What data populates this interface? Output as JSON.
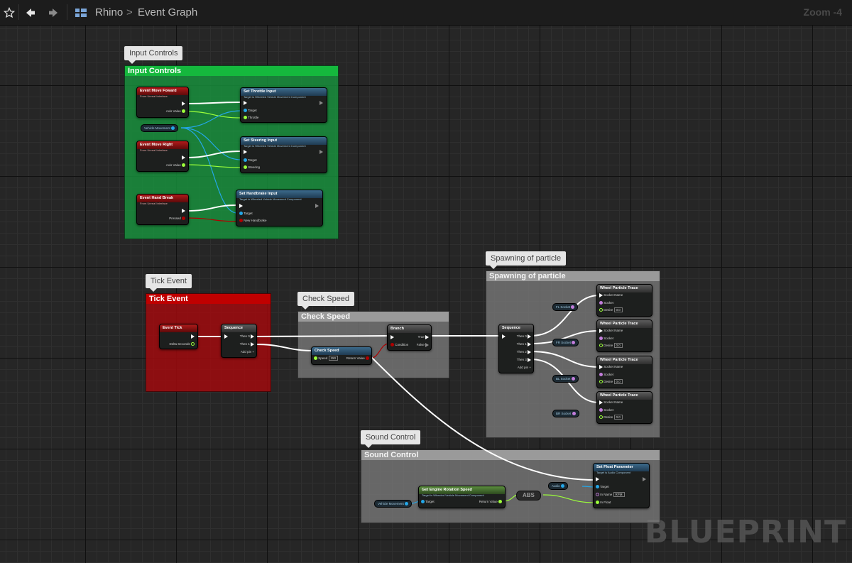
{
  "toolbar": {
    "star_icon": "star-outline",
    "back_icon": "arrow-left",
    "forward_icon": "arrow-right",
    "blueprint_icon": "blueprint-grid",
    "breadcrumb_root": "Rhino",
    "breadcrumb_separator": ">",
    "breadcrumb_current": "Event Graph",
    "zoom": "Zoom -4"
  },
  "watermark": "BLUEPRINT",
  "comments": {
    "input": {
      "tab": "Input Controls",
      "title": "Input Controls"
    },
    "tick": {
      "tab": "Tick Event",
      "title": "Tick Event"
    },
    "check": {
      "tab": "Check Speed",
      "title": "Check Speed"
    },
    "spawn": {
      "tab": "Spawning of particle",
      "title": "Spawning of particle"
    },
    "sound": {
      "tab": "Sound Control",
      "title": "Sound Control"
    }
  },
  "nodes": {
    "move_forward": {
      "title": "Event Move Foward",
      "sub": "From Unreal Interface",
      "pin": "Axis Value"
    },
    "move_right": {
      "title": "Event Move Right",
      "sub": "From Unreal Interface",
      "pin": "Axis Value"
    },
    "hand_break": {
      "title": "Event Hand Break",
      "sub": "From Unreal Interface",
      "pin": "Pressed"
    },
    "vehicle_movement_var": "Vehicle Movement",
    "set_throttle": {
      "title": "Set Throttle Input",
      "sub": "Target is Wheeled Vehicle Movement Component",
      "pins": [
        "Target",
        "Throttle"
      ]
    },
    "set_steering": {
      "title": "Set Steering Input",
      "sub": "Target is Wheeled Vehicle Movement Component",
      "pins": [
        "Target",
        "Steering"
      ]
    },
    "set_handbrake": {
      "title": "Set Handbrake Input",
      "sub": "Target is Wheeled Vehicle Movement Component",
      "pins": [
        "Target",
        "New Handbrake"
      ]
    },
    "event_tick": {
      "title": "Event Tick",
      "pin": "Delta Seconds"
    },
    "sequence1": {
      "title": "Sequence",
      "pins": [
        "Then 0",
        "Then 1",
        "Add pin +"
      ]
    },
    "branch": {
      "title": "Branch",
      "pins": [
        "Condition",
        "True",
        "False"
      ]
    },
    "check_speed": {
      "title": "Check Speed",
      "pins": [
        "Speed",
        "Return Value"
      ],
      "speed_value": "150"
    },
    "sequence2": {
      "title": "Sequence",
      "pins": [
        "Then 0",
        "Then 1",
        "Then 2",
        "Then 3",
        "Add pin +"
      ]
    },
    "wheel_traces": [
      {
        "title": "Wheel Particle Trace",
        "pins": [
          "Socket Name",
          "Socket",
          "Desire"
        ],
        "value": "0.0"
      },
      {
        "title": "Wheel Particle Trace",
        "pins": [
          "Socket Name",
          "Socket",
          "Desire"
        ],
        "value": "0.0"
      },
      {
        "title": "Wheel Particle Trace",
        "pins": [
          "Socket Name",
          "Socket",
          "Desire"
        ],
        "value": "0.0"
      },
      {
        "title": "Wheel Particle Trace",
        "pins": [
          "Socket Name",
          "Socket",
          "Desire"
        ],
        "value": "0.0"
      }
    ],
    "sockets": [
      "FL Socket",
      "FR Socket",
      "BL Socket",
      "BR Socket"
    ],
    "set_float": {
      "title": "Set Float Parameter",
      "sub": "Target is Audio Component",
      "pins": [
        "Target",
        "In Name",
        "In Float"
      ],
      "name_value": "RPM"
    },
    "audio_var": "Audio",
    "get_engine": {
      "title": "Get Engine Rotation Speed",
      "sub": "Target is Wheeled Vehicle Movement Component",
      "pins": [
        "Target",
        "Return Value"
      ]
    },
    "abs": "ABS",
    "vehicle_movement_var2": "Vehicle Movement"
  },
  "colors": {
    "exec": "#ffffff",
    "float": "#9cff3a",
    "object": "#24a7e8",
    "bool": "#b00000",
    "name": "#c27ddb"
  }
}
